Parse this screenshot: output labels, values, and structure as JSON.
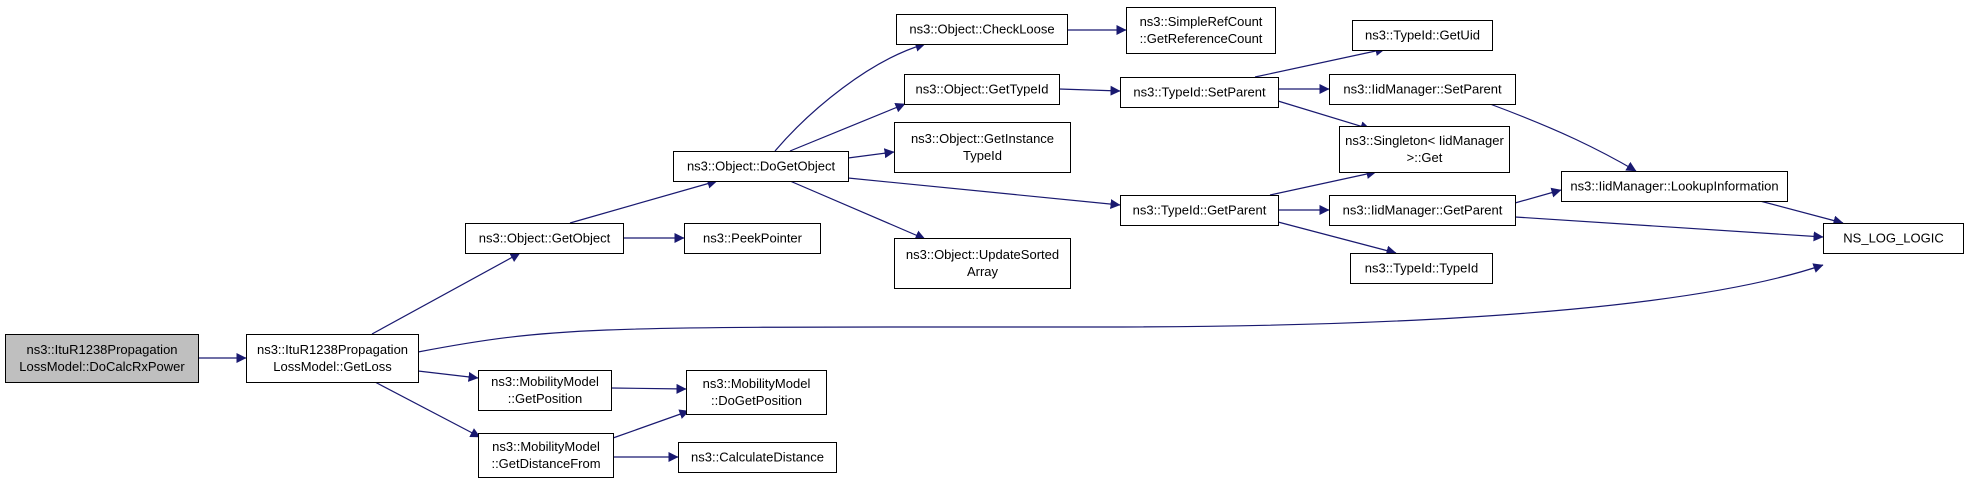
{
  "colors": {
    "edge": "#191970",
    "node_fill": "#ffffff",
    "node_stroke": "#000000",
    "highlight_fill": "#bfbfbf"
  },
  "nodes": [
    {
      "id": "docalc",
      "lines": [
        "ns3::ItuR1238Propagation",
        "LossModel::DoCalcRxPower"
      ],
      "highlight": true
    },
    {
      "id": "getloss",
      "lines": [
        "ns3::ItuR1238Propagation",
        "LossModel::GetLoss"
      ]
    },
    {
      "id": "getobject",
      "lines": [
        "ns3::Object::GetObject"
      ]
    },
    {
      "id": "peekpointer",
      "lines": [
        "ns3::PeekPointer"
      ]
    },
    {
      "id": "getposition",
      "lines": [
        "ns3::MobilityModel",
        "::GetPosition"
      ]
    },
    {
      "id": "getdistancefrom",
      "lines": [
        "ns3::MobilityModel",
        "::GetDistanceFrom"
      ]
    },
    {
      "id": "dogetposition",
      "lines": [
        "ns3::MobilityModel",
        "::DoGetPosition"
      ]
    },
    {
      "id": "calcdistance",
      "lines": [
        "ns3::CalculateDistance"
      ]
    },
    {
      "id": "dogetobject",
      "lines": [
        "ns3::Object::DoGetObject"
      ]
    },
    {
      "id": "checkloose",
      "lines": [
        "ns3::Object::CheckLoose"
      ]
    },
    {
      "id": "getrefcount",
      "lines": [
        "ns3::SimpleRefCount",
        "::GetReferenceCount"
      ]
    },
    {
      "id": "gettypeid",
      "lines": [
        "ns3::Object::GetTypeId"
      ]
    },
    {
      "id": "getinstancetypeid",
      "lines": [
        "ns3::Object::GetInstance",
        "TypeId"
      ]
    },
    {
      "id": "updatesorted",
      "lines": [
        "ns3::Object::UpdateSorted",
        "Array"
      ]
    },
    {
      "id": "tid_setparent",
      "lines": [
        "ns3::TypeId::SetParent"
      ]
    },
    {
      "id": "tid_getparent",
      "lines": [
        "ns3::TypeId::GetParent"
      ]
    },
    {
      "id": "tid_getuid",
      "lines": [
        "ns3::TypeId::GetUid"
      ]
    },
    {
      "id": "iid_setparent",
      "lines": [
        "ns3::IidManager::SetParent"
      ]
    },
    {
      "id": "singleton_get",
      "lines": [
        "ns3::Singleton< IidManager",
        ">::Get"
      ]
    },
    {
      "id": "iid_getparent",
      "lines": [
        "ns3::IidManager::GetParent"
      ]
    },
    {
      "id": "tid_typeid",
      "lines": [
        "ns3::TypeId::TypeId"
      ]
    },
    {
      "id": "lookupinfo",
      "lines": [
        "ns3::IidManager::LookupInformation"
      ]
    },
    {
      "id": "ns_log_logic",
      "lines": [
        "NS_LOG_LOGIC"
      ]
    }
  ],
  "edges": [
    {
      "from": "docalc",
      "to": "getloss"
    },
    {
      "from": "getloss",
      "to": "getobject"
    },
    {
      "from": "getloss",
      "to": "ns_log_logic"
    },
    {
      "from": "getloss",
      "to": "getposition"
    },
    {
      "from": "getloss",
      "to": "getdistancefrom"
    },
    {
      "from": "getobject",
      "to": "dogetobject"
    },
    {
      "from": "getobject",
      "to": "peekpointer"
    },
    {
      "from": "getposition",
      "to": "dogetposition"
    },
    {
      "from": "getdistancefrom",
      "to": "dogetposition"
    },
    {
      "from": "getdistancefrom",
      "to": "calcdistance"
    },
    {
      "from": "dogetobject",
      "to": "checkloose"
    },
    {
      "from": "dogetobject",
      "to": "gettypeid"
    },
    {
      "from": "dogetobject",
      "to": "getinstancetypeid"
    },
    {
      "from": "dogetobject",
      "to": "tid_getparent"
    },
    {
      "from": "dogetobject",
      "to": "updatesorted"
    },
    {
      "from": "checkloose",
      "to": "getrefcount"
    },
    {
      "from": "gettypeid",
      "to": "tid_setparent"
    },
    {
      "from": "tid_setparent",
      "to": "tid_getuid"
    },
    {
      "from": "tid_setparent",
      "to": "iid_setparent"
    },
    {
      "from": "tid_setparent",
      "to": "singleton_get"
    },
    {
      "from": "tid_getparent",
      "to": "singleton_get"
    },
    {
      "from": "tid_getparent",
      "to": "iid_getparent"
    },
    {
      "from": "tid_getparent",
      "to": "tid_typeid"
    },
    {
      "from": "iid_setparent",
      "to": "lookupinfo"
    },
    {
      "from": "iid_getparent",
      "to": "lookupinfo"
    },
    {
      "from": "iid_getparent",
      "to": "ns_log_logic"
    },
    {
      "from": "lookupinfo",
      "to": "ns_log_logic"
    }
  ]
}
